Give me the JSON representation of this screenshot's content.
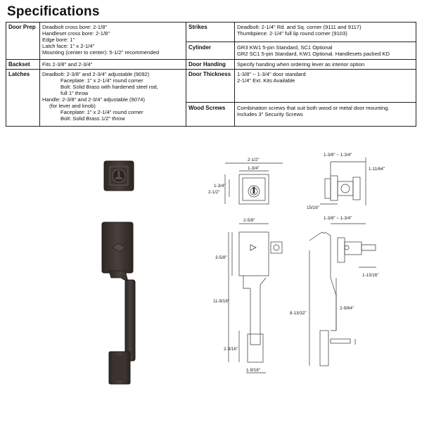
{
  "page_title": "Specifications",
  "specs_left": [
    {
      "label": "Door Prep",
      "lines": [
        "Deadbolt cross bore:  2-1/8\"",
        "Handleset cross bore:  2-1/8\"",
        "Edge bore:  1\"",
        "Latch face:  1\" x 2-1/4\"",
        "Mounting (center to center): 5-1/2\" recommended"
      ]
    },
    {
      "label": "Backset",
      "lines": [
        "Fits 2-3/8\" and 2-3/4\""
      ]
    },
    {
      "label": "Latches",
      "lines": [
        "Deadbolt: 2-3/8\" and 2-3/4\" adjustable (9092)",
        "Faceplate: 1\" x 2-1/4\" round corner",
        "Bolt: Solid Brass with hardened steel rod,",
        "full 1\" throw",
        "Handle:  2-3/8\" and 2-3/4\" adjustable (9074)",
        "(for lever and knob)",
        "Faceplate: 1\" x 2-1/4\" round corner",
        "Bolt: Solid Brass 1/2\" throw"
      ]
    }
  ],
  "specs_right": [
    {
      "label": "Strikes",
      "lines": [
        "Deadbolt: 2-1/4\" Rd. and Sq. corner (9111 and 9117)",
        "Thumbpiece:  2-1/4\" full lip round corner (9103)"
      ]
    },
    {
      "label": "Cylinder",
      "lines": [
        "GR3 KW1 5-pin Standard, SC1 Optional",
        "GR2 SC1 5-pin Standard, KW1 Optional. Handlesets packed KD"
      ]
    },
    {
      "label": "Door Handing",
      "lines": [
        "Specify handing when ordering lever as interior option"
      ]
    },
    {
      "label": "Door Thickness",
      "lines": [
        "1-3/8\" ~ 1-3/4\" door standard",
        "2-1/4\" Ext. Kits Available"
      ]
    },
    {
      "label": "Wood Screws",
      "lines": [
        "Combination screws that suit both wood or metal door mounting.",
        "Includes 3\" Security Screws"
      ]
    }
  ],
  "dimensions": {
    "deadbolt_width": "2-1/2\"",
    "deadbolt_cyl": "1-3/4\"",
    "deadbolt_height": "2-1/2\"",
    "deadbolt_inner": "1-3/4\"",
    "side_door_range": "1-3/8\" ~ 1-3/4\"",
    "side_depth": "1-11/64\"",
    "side_proj": "15/16\"",
    "handle_width": "2-5/8\"",
    "handle_top": "3-5/8\"",
    "handle_total": "11-9/16\"",
    "handle_bottom": "2-3/16\"",
    "handle_base": "1-9/16\"",
    "handle_side_range": "1-3/8\" ~ 1-3/4\"",
    "handle_grip": "2-9/64\"",
    "handle_side_total": "8-13/32\"",
    "lever_proj": "1-13/16\""
  },
  "colors": {
    "bronze": "#3a3330",
    "bronze_hi": "#6b605a",
    "line": "#333333"
  }
}
